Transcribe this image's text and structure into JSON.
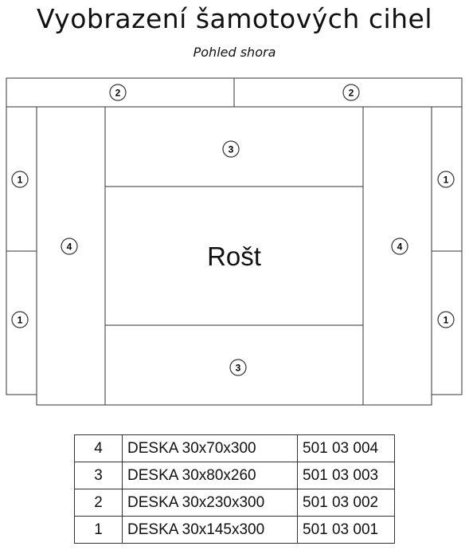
{
  "title": "Vyobrazení šamotových cihel",
  "subtitle": "Pohled shora",
  "center_label": "Rošt",
  "callouts": {
    "top_left": "2",
    "top_right": "2",
    "left_upper": "1",
    "left_lower": "1",
    "right_upper": "1",
    "right_lower": "1",
    "inner_left": "4",
    "inner_right": "4",
    "center_top": "3",
    "center_bottom": "3"
  },
  "parts_table": [
    {
      "num": "4",
      "name": "DESKA 30x70x300",
      "code": "501 03 004"
    },
    {
      "num": "3",
      "name": "DESKA 30x80x260",
      "code": "501 03 003"
    },
    {
      "num": "2",
      "name": "DESKA 30x230x300",
      "code": "501 03 002"
    },
    {
      "num": "1",
      "name": "DESKA 30x145x300",
      "code": "501 03 001"
    }
  ]
}
